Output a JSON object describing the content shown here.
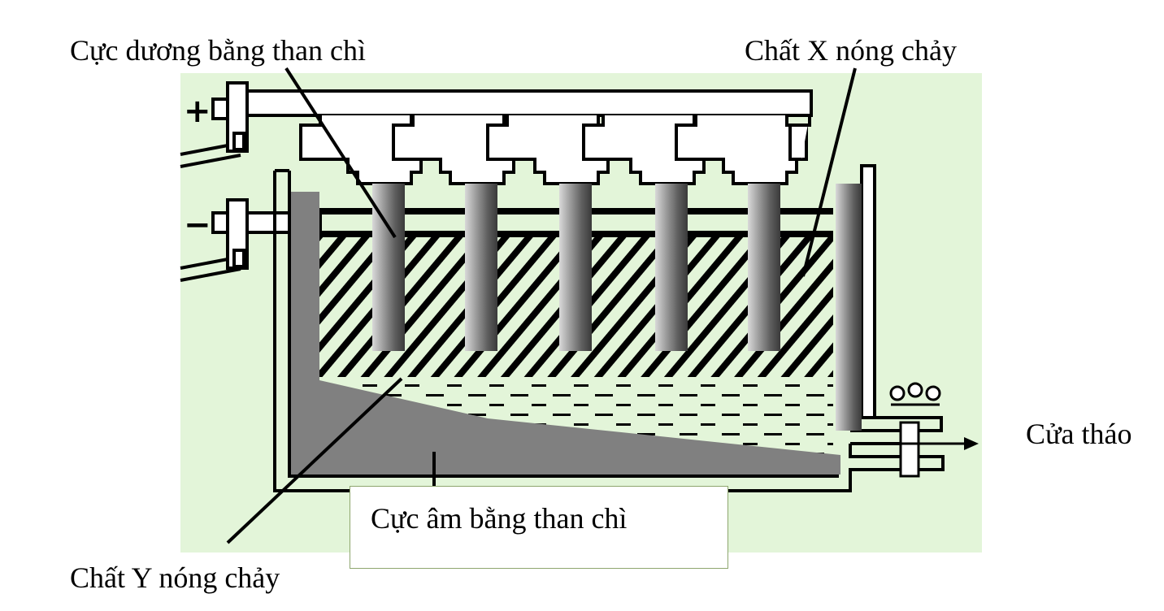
{
  "labels": {
    "anode": "Cực dương bằng than chì",
    "molten_x": "Chất X nóng chảy",
    "drain": "Cửa tháo",
    "cathode": "Cực âm bằng than chì",
    "molten_y": "Chất Y nóng chảy",
    "plus_sign": "+",
    "minus_sign": "−"
  },
  "colors": {
    "background": "#e3f5d9",
    "cathode_gray": "#808080",
    "line": "#000000"
  }
}
